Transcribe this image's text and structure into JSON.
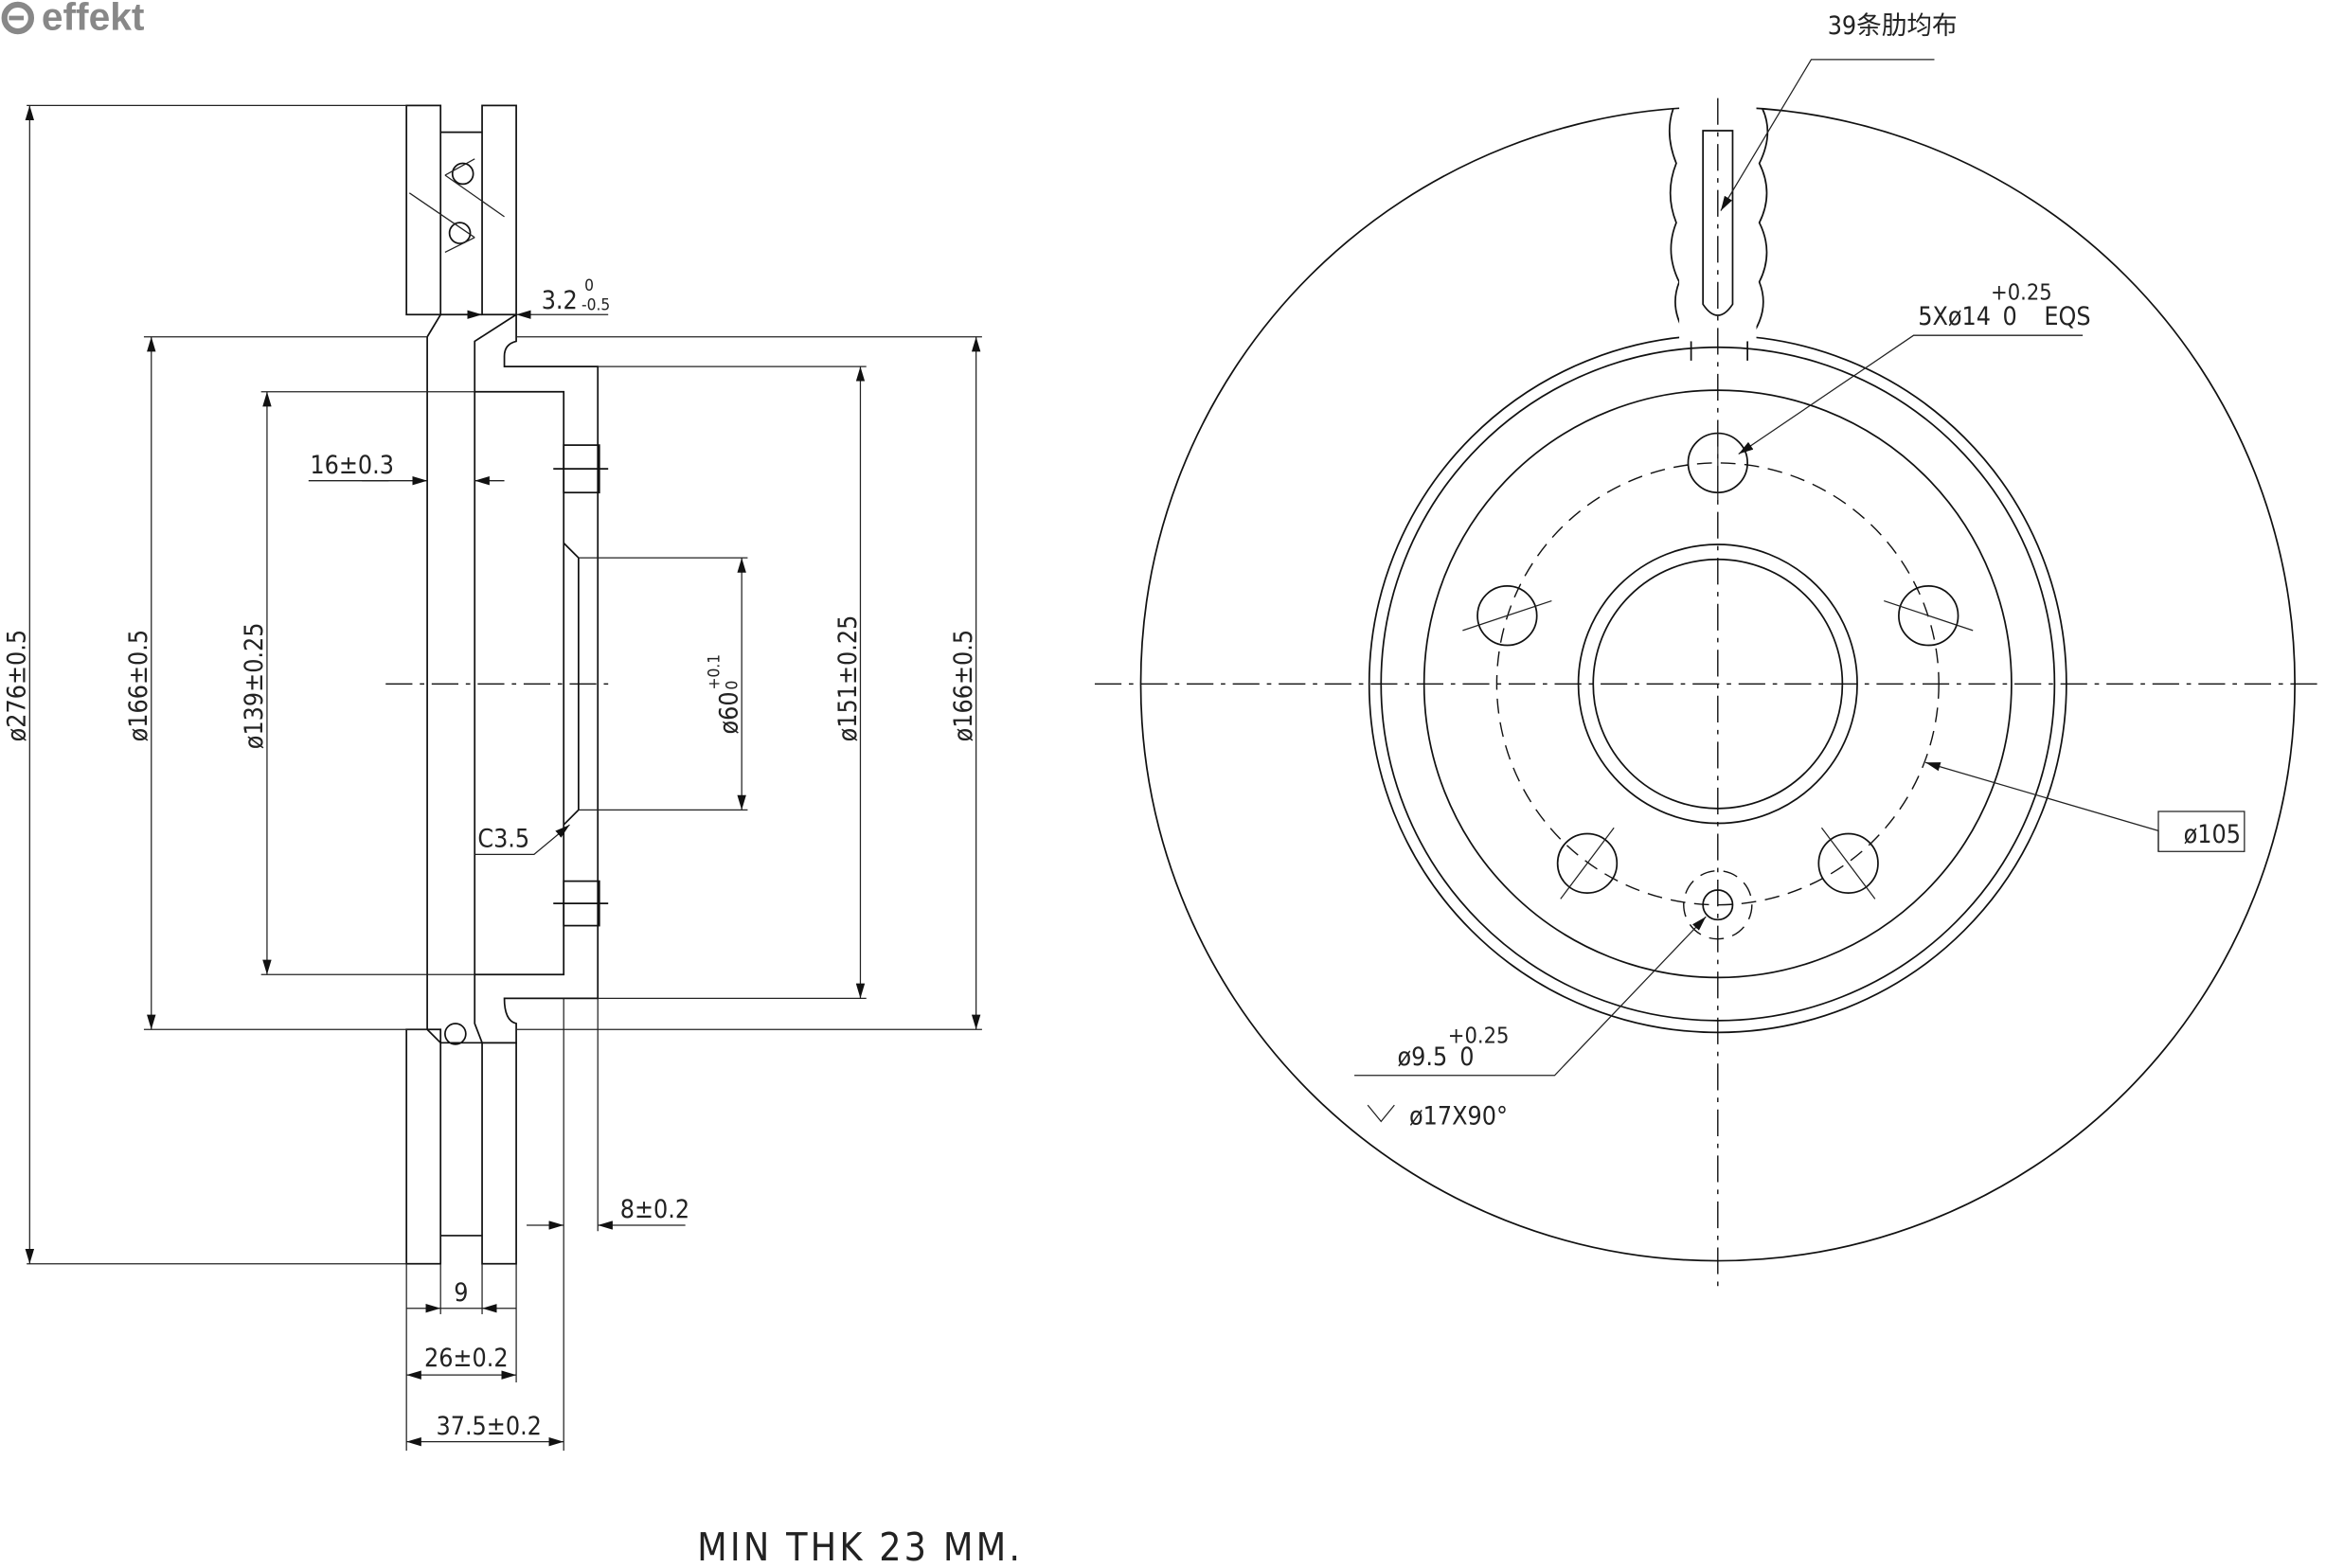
{
  "logo": {
    "text": "effekt",
    "color": "#888888"
  },
  "side_view": {
    "dims": {
      "outer_diameter": "ø276±0.5",
      "hat_diameter_left": "ø166±0.5",
      "inner_diameter": "ø139±0.25",
      "center_bore": "ø60",
      "center_bore_tol_upper": "+0.1",
      "center_bore_tol_lower": "0",
      "hat_inner_diameter": "ø151±0.25",
      "hat_diameter_right": "ø166±0.5",
      "hat_wall": "3.2",
      "hat_wall_tol_upper": "0",
      "hat_wall_tol_lower": "-0.5",
      "offset": "16±0.3",
      "chamfer": "C3.5",
      "hat_face": "8±0.2",
      "vent_gap": "9",
      "thickness": "26±0.2",
      "total_height": "37.5±0.2"
    }
  },
  "front_view": {
    "rib_note": "39条肋均布",
    "bolt_holes": "5Xø14",
    "bolt_holes_tol_upper": "+0.25",
    "bolt_holes_tol_lower": "0",
    "bolt_holes_suffix": "EQS",
    "pcd": "ø105",
    "locating_hole": "ø9.5",
    "locating_hole_tol_upper": "+0.25",
    "locating_hole_tol_lower": "0",
    "countersink": "ø17X90°"
  },
  "note": "MIN THK 23 MM."
}
